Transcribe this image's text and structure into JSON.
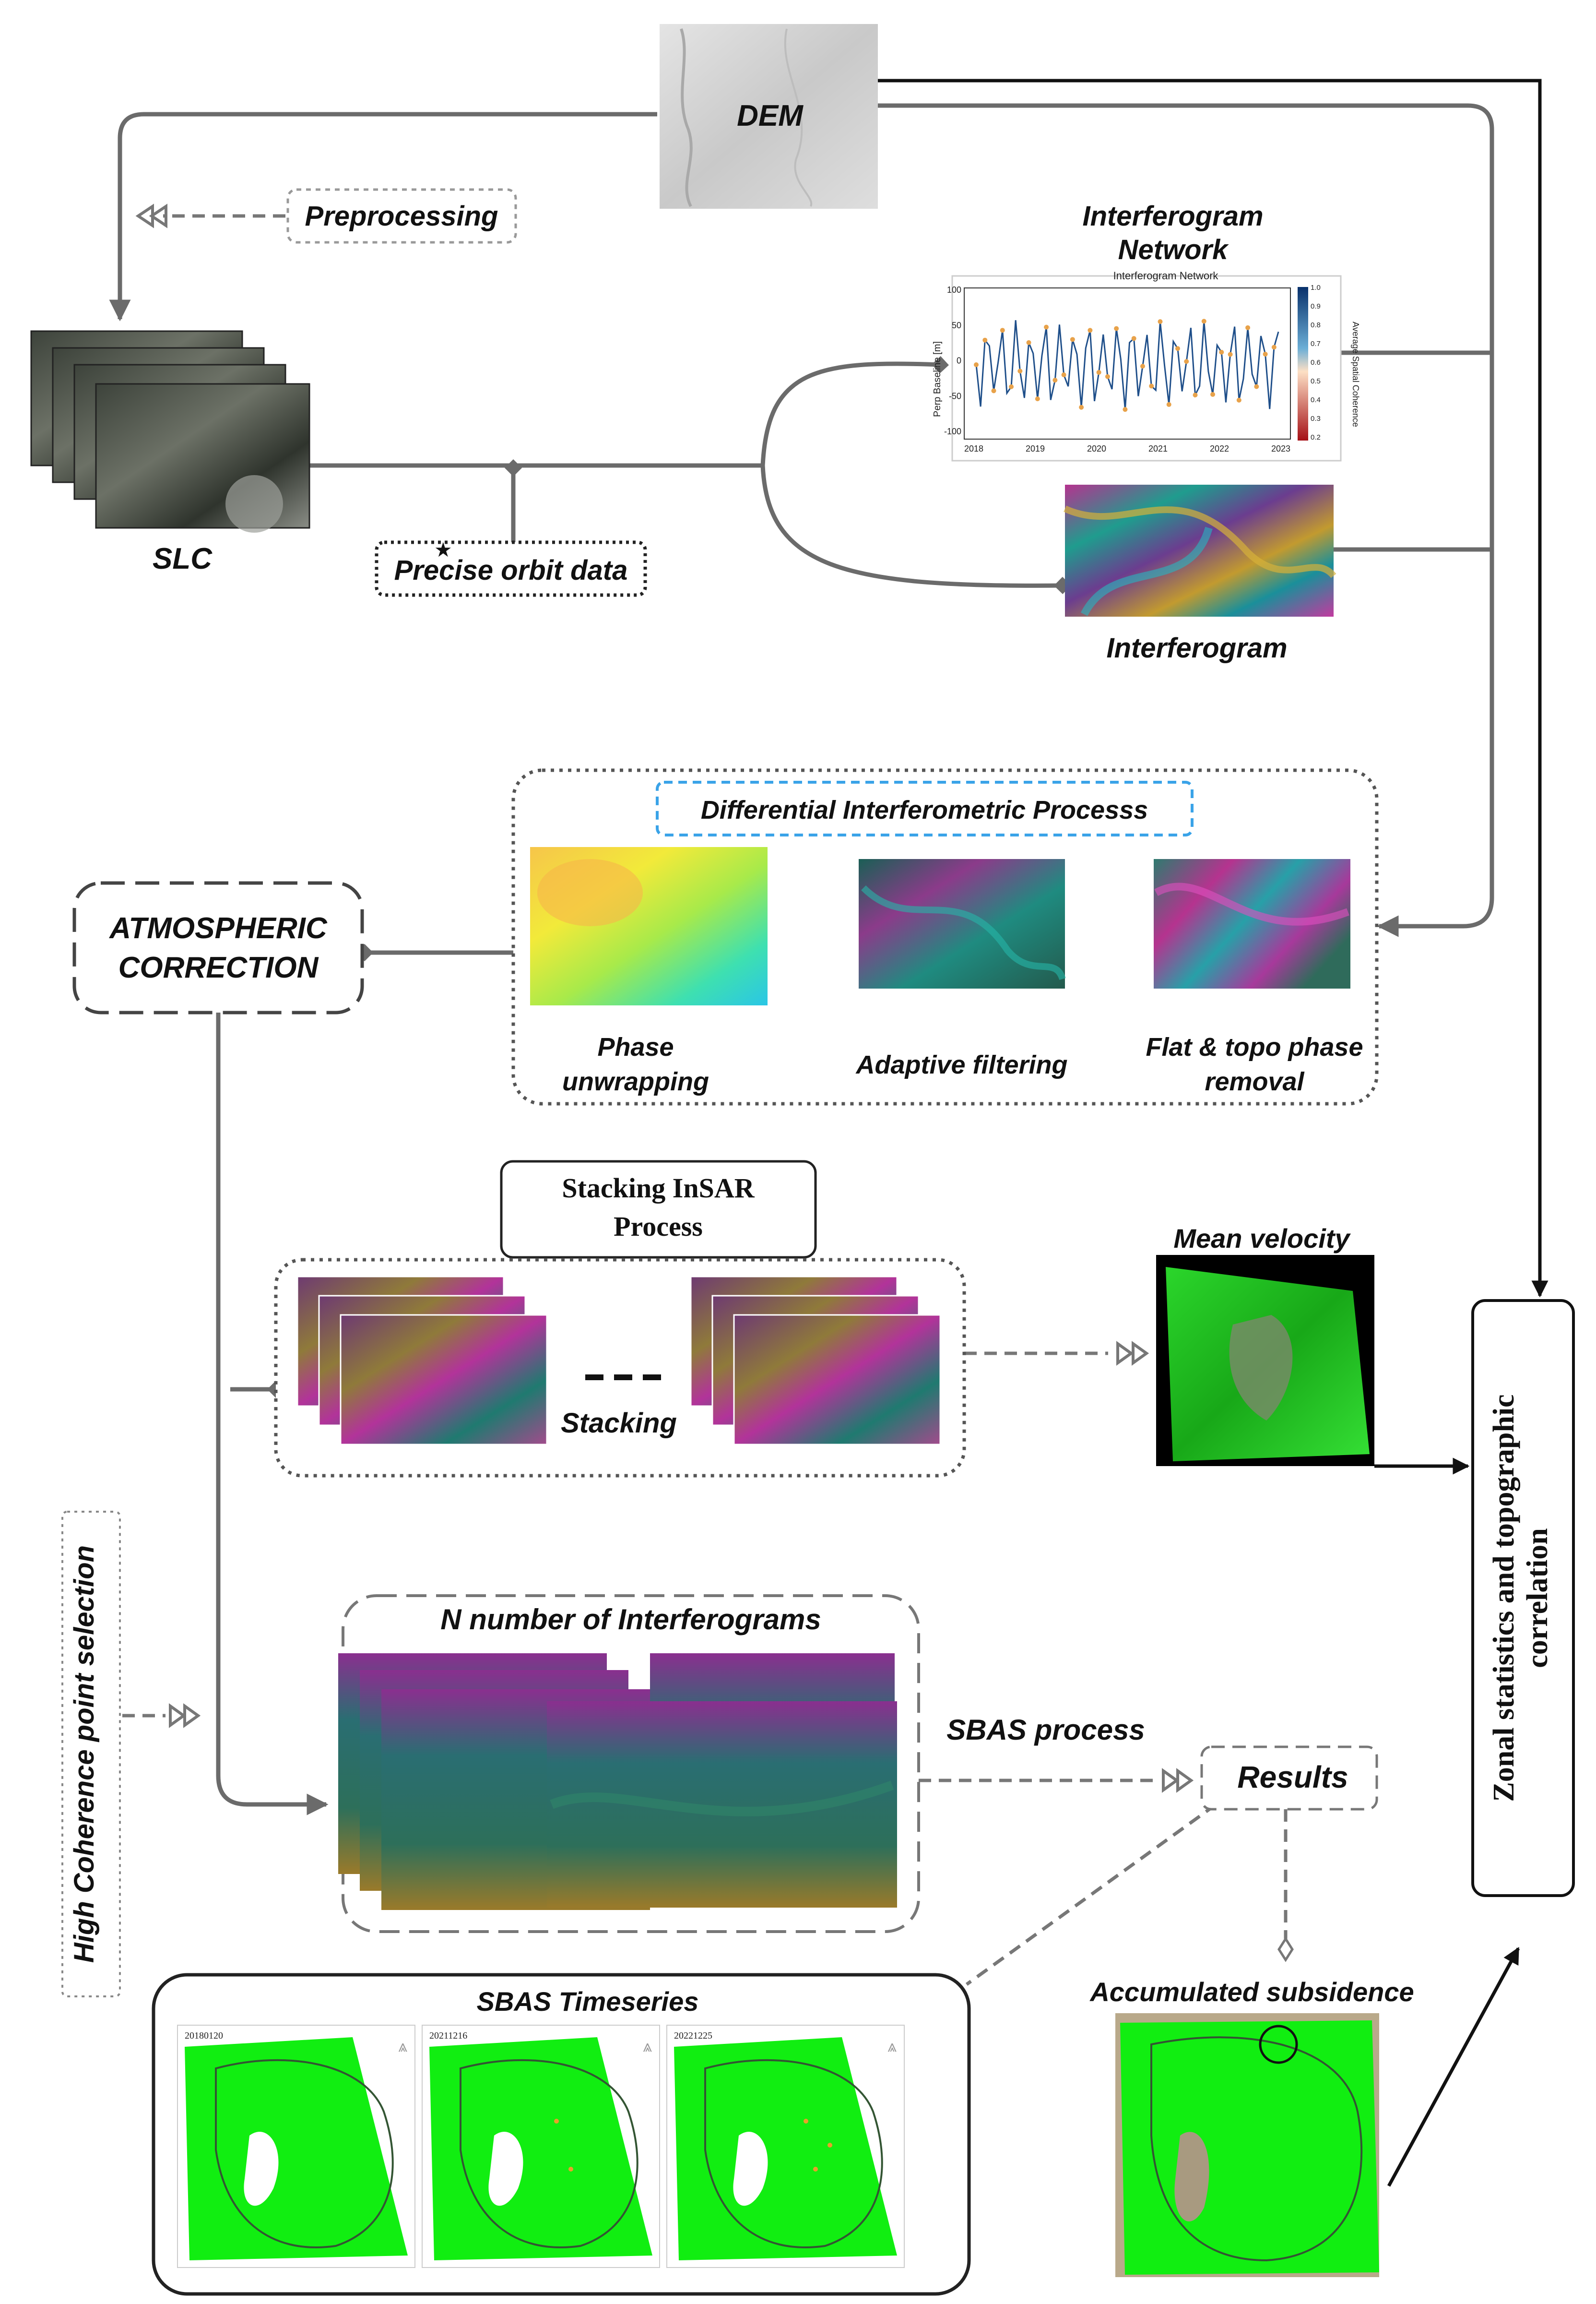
{
  "nodes": {
    "dem": "DEM",
    "preprocessing": "Preprocessing",
    "slc": "SLC",
    "precise_orbit": "Precise orbit data",
    "interferogram_network": [
      "Interferogram",
      "Network"
    ],
    "interferogram": "Interferogram",
    "dinsar_title": "Differential Interferometric Processs",
    "atmospheric_correction": [
      "ATMOSPHERIC",
      "CORRECTION"
    ],
    "phase_unwrapping": [
      "Phase",
      "unwrapping"
    ],
    "adaptive_filtering": "Adaptive filtering",
    "flat_topo": [
      "Flat & topo phase",
      "removal"
    ],
    "stacking_title": [
      "Stacking InSAR",
      "Process"
    ],
    "stacking": "Stacking",
    "mean_velocity": "Mean velocity",
    "zonal_statistics": [
      "Zonal statistics and topographic",
      "correlation"
    ],
    "high_coherence": "High Coherence point selection",
    "n_interferograms": "N number of Interferograms",
    "sbas_process": "SBAS process",
    "results": "Results",
    "sbas_timeseries": "SBAS Timeseries",
    "accumulated_subsidence": "Accumulated subsidence"
  },
  "timeseries_dates": [
    "20180120",
    "20211216",
    "20221225"
  ],
  "network_chart": {
    "title": "Interferogram Network",
    "ylabel": "Perp Baseline [m]",
    "colorbar_label": "Average Spatial Coherence",
    "x_ticks": [
      "2018",
      "2019",
      "2020",
      "2021",
      "2022",
      "2023"
    ],
    "y_ticks": [
      "100",
      "50",
      "0",
      "-50",
      "-100"
    ],
    "colorbar_ticks": [
      "1.0",
      "0.9",
      "0.8",
      "0.7",
      "0.6",
      "0.5",
      "0.4",
      "0.3",
      "0.2"
    ]
  },
  "colors": {
    "connector": "#6b6b6b",
    "focus_blue": "#3aa3e8",
    "coverage_green": "#11ee11",
    "network_line": "#1f4f8a",
    "network_point": "#e8a24a"
  }
}
